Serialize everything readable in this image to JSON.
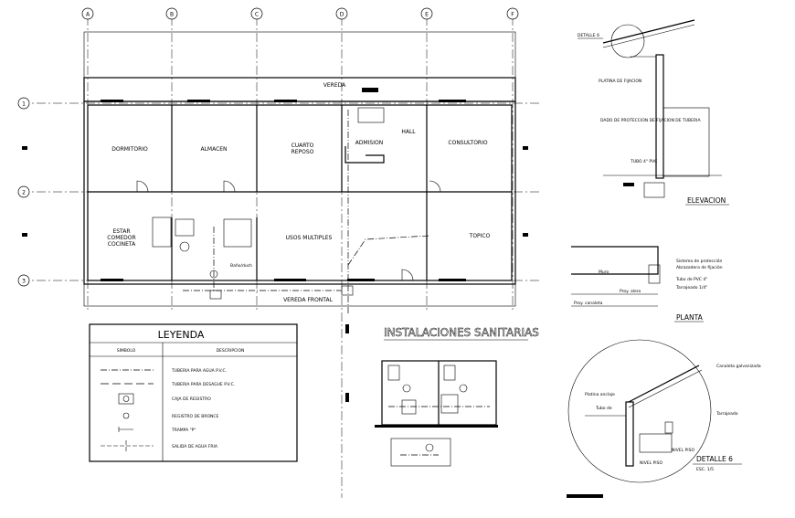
{
  "grid_axes": {
    "columns": [
      "A",
      "B",
      "C",
      "D",
      "E",
      "F"
    ],
    "rows": [
      "1",
      "2",
      "3"
    ]
  },
  "plan": {
    "rooms": {
      "dormitorio": "DORMITORIO",
      "almacen": "ALMACEN",
      "cuarto_reposo": [
        "CUARTO",
        "REPOSO"
      ],
      "admision": "ADMISION",
      "hall": "HALL",
      "consultorio": "CONSULTORIO",
      "estar_comedor": [
        "ESTAR",
        "COMEDOR",
        "COCINETA"
      ],
      "usos_multiples": "USOS MULTIPLES",
      "topico": "TOPICO"
    },
    "vereda_top": "VEREDA",
    "vereda_frontal": "VEREDA FRONTAL",
    "bano_label": "Baño/duch"
  },
  "legend": {
    "title": "LEYENDA",
    "col_symbol": "SIMBOLO",
    "col_desc": "DESCRIPCION",
    "rows": [
      {
        "icon": "dash-dot-line-icon",
        "desc": "TUBERIA PARA AGUA P.V.C."
      },
      {
        "icon": "long-dash-line-icon",
        "desc": "TUBERIA PARA DESAGUE P.V.C."
      },
      {
        "icon": "registry-box-icon",
        "desc": "CAJA DE REGISTRO"
      },
      {
        "icon": "bronze-register-icon",
        "desc": "REGISTRO DE BRONCE"
      },
      {
        "icon": "trap-icon",
        "desc": "TRAMPA \"P\""
      },
      {
        "icon": "cold-water-outlet-icon",
        "desc": "SALIDA DE AGUA FRIA"
      }
    ]
  },
  "sanitary_title": "INSTALACIONES SANITARIAS",
  "detail_top": {
    "label": "DETALLE 6",
    "notes": [
      "PLATINA DE FIJACION",
      "DADO DE PROTECCION DE FIJACION DE TUBERIA",
      "TUBO 4\" PVC"
    ],
    "caption": "ELEVACION"
  },
  "plant_detail": {
    "notes": [
      "Sistema de protección",
      "Abrazadera de fijación",
      "Tubo de PVC 4\"",
      "Tarrajeado 1/4\"",
      "Muro",
      "Proy. alero",
      "Proy. canaleta"
    ],
    "caption": "PLANTA"
  },
  "detail_circle": {
    "notes": [
      "Platina anclaje",
      "Tubo de",
      "Canaleta galvanizada",
      "Tarrajeado",
      "NIVEL PISO",
      "NIVEL PISO"
    ],
    "caption": "DETALLE 6",
    "scale": "ESC.  1/5"
  }
}
